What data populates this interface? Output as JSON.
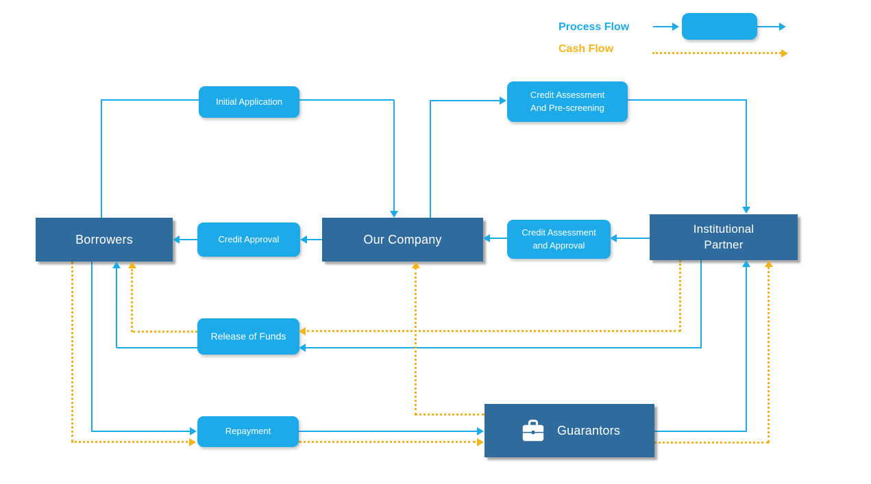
{
  "legend": {
    "process_flow": "Process Flow",
    "cash_flow": "Cash Flow"
  },
  "colors": {
    "process_blue": "#1CAAE8",
    "entity_blue": "#2F6B9D",
    "cash_yellow": "#F2B51D"
  },
  "entities": {
    "borrowers": "Borrowers",
    "our_company": "Our Company",
    "institutional_partner": "Institutional\nPartner",
    "guarantors": "Guarantors"
  },
  "process_steps": {
    "initial_application": "Initial Application",
    "credit_assessment_prescreening": "Credit Assessment\nAnd Pre-screening",
    "credit_approval": "Credit Approval",
    "credit_assessment_approval": "Credit Assessment\nand Approval",
    "release_of_funds": "Release of Funds",
    "repayment": "Repayment"
  },
  "icons": {
    "guarantors": "briefcase-icon"
  },
  "flows": {
    "process": [
      "Borrowers → Initial Application → Our Company",
      "Our Company → Credit Assessment And Pre-screening → Institutional Partner",
      "Institutional Partner → Credit Assessment and Approval → Our Company",
      "Our Company → Credit Approval → Borrowers",
      "Institutional Partner → Release of Funds → Borrowers",
      "Borrowers → Repayment → Guarantors",
      "Guarantors → Institutional Partner"
    ],
    "cash": [
      "Institutional Partner → Release of Funds → Borrowers",
      "Borrowers → Repayment → Guarantors",
      "Guarantors → Institutional Partner",
      "Guarantors → Our Company"
    ]
  }
}
